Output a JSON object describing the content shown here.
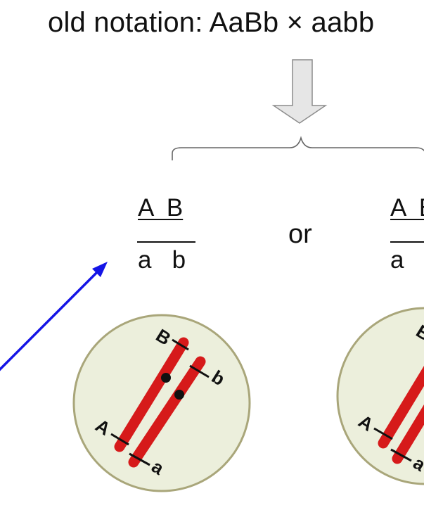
{
  "header": {
    "title": "old notation:  AaBb × aabb"
  },
  "left_genotype": {
    "top": "A  B",
    "bottom": "a   b"
  },
  "or_label": "or",
  "right_genotype": {
    "top": "A  B",
    "bottom": "a"
  },
  "left_cell": {
    "chromosome_1": {
      "top_label": "B",
      "bottom_label": "A"
    },
    "chromosome_2": {
      "top_label": "b",
      "bottom_label": "a"
    }
  },
  "right_cell": {
    "chromosome_1": {
      "top_label": "B",
      "bottom_label": "A"
    },
    "chromosome_2": {
      "bottom_label": "a"
    }
  },
  "colors": {
    "arrow_fill": "#e6e6e6",
    "arrow_stroke": "#8c8c8c",
    "pointer_arrow": "#1414e6",
    "cell_fill": "#ecefdc",
    "cell_stroke": "#a9a67a",
    "chromosome": "#d61a1a",
    "centromere": "#111111"
  }
}
